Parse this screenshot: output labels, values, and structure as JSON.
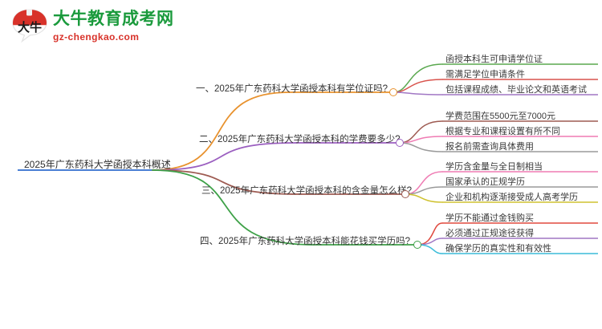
{
  "header": {
    "logo_icon": "speech-bubble-logo-icon",
    "logo_mark_text": "大牛",
    "site_title": "大牛教育成考网",
    "site_domain": "gz-chengkao.com",
    "colors": {
      "title_green": "#1a9a3c",
      "domain_red": "#d8322a",
      "mark_red": "#d8322a"
    }
  },
  "mindmap": {
    "root": {
      "label": "2025年广东药科大学函授本科概述",
      "color": "#4a7fd4"
    },
    "branches": [
      {
        "index": "1",
        "label": "一、2025年广东药科大学函授本科有学位证吗?",
        "color": "#e8922e",
        "children": [
          {
            "label": "函授本科生可申请学位证",
            "color": "#5aa84f"
          },
          {
            "label": "需满足学位申请条件",
            "color": "#d9544d"
          },
          {
            "label": "包括课程成绩、毕业论文和英语考试",
            "color": "#a177c4"
          }
        ]
      },
      {
        "index": "2",
        "label": "二、2025年广东药科大学函授本科的学费要多少?",
        "color": "#9b5fc0",
        "children": [
          {
            "label": "学费范围在5500元至7000元",
            "color": "#9e5b52"
          },
          {
            "label": "根据专业和课程设置有所不同",
            "color": "#ef7bb3"
          },
          {
            "label": "报名前需查询具体费用",
            "color": "#9a9a9a"
          }
        ]
      },
      {
        "index": "3",
        "label": "三、2025年广东药科大学函授本科的含金量怎么样?",
        "color": "#9e5b52",
        "children": [
          {
            "label": "学历含金量与全日制相当",
            "color": "#ef7bb3"
          },
          {
            "label": "国家承认的正规学历",
            "color": "#9a9a9a"
          },
          {
            "label": "企业和机构逐渐接受成人高考学历",
            "color": "#cfc230"
          }
        ]
      },
      {
        "index": "4",
        "label": "四、2025年广东药科大学函授本科能花钱买学历吗?",
        "color": "#3ea148",
        "children": [
          {
            "label": "学历不能通过金钱购买",
            "color": "#e04a3f"
          },
          {
            "label": "必须通过正规途径获得",
            "color": "#a177c4"
          },
          {
            "label": "确保学历的真实性和有效性",
            "color": "#3bbcd9"
          }
        ]
      }
    ]
  }
}
